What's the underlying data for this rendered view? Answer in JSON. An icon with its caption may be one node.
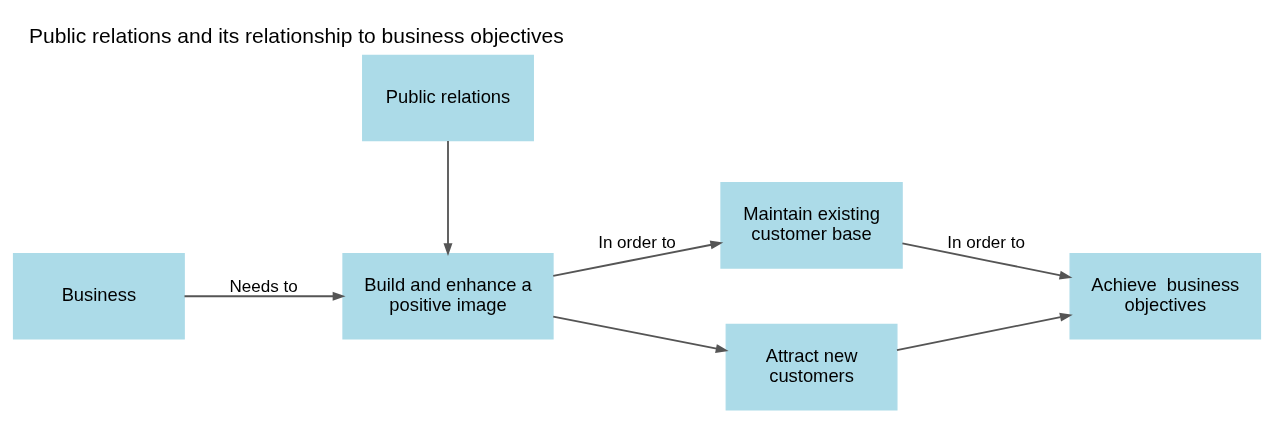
{
  "diagram": {
    "title": "Public relations and its relationship to business objectives",
    "nodes": [
      {
        "text": [
          "Business"
        ]
      },
      {
        "text": [
          "Build and enhance a positive image"
        ]
      },
      {
        "text": [
          "Public relations"
        ]
      },
      {
        "text": [
          "Maintain existing customer base"
        ]
      },
      {
        "text": [
          "Attract new customers"
        ]
      },
      {
        "text": [
          "Achieve  business objectives"
        ]
      }
    ],
    "edges": [
      {
        "from": 0,
        "to": 1,
        "arrow": "to",
        "label": "Needs to"
      },
      {
        "from": 2,
        "to": 1,
        "arrow": "to"
      },
      {
        "from": 1,
        "to": 3,
        "arrow": "to",
        "label": "In order to"
      },
      {
        "from": 1,
        "to": 4,
        "arrow": "to"
      },
      {
        "from": 3,
        "to": 5,
        "arrow": "to",
        "label": "In order to"
      },
      {
        "from": 4,
        "to": 5,
        "arrow": "to"
      }
    ]
  }
}
